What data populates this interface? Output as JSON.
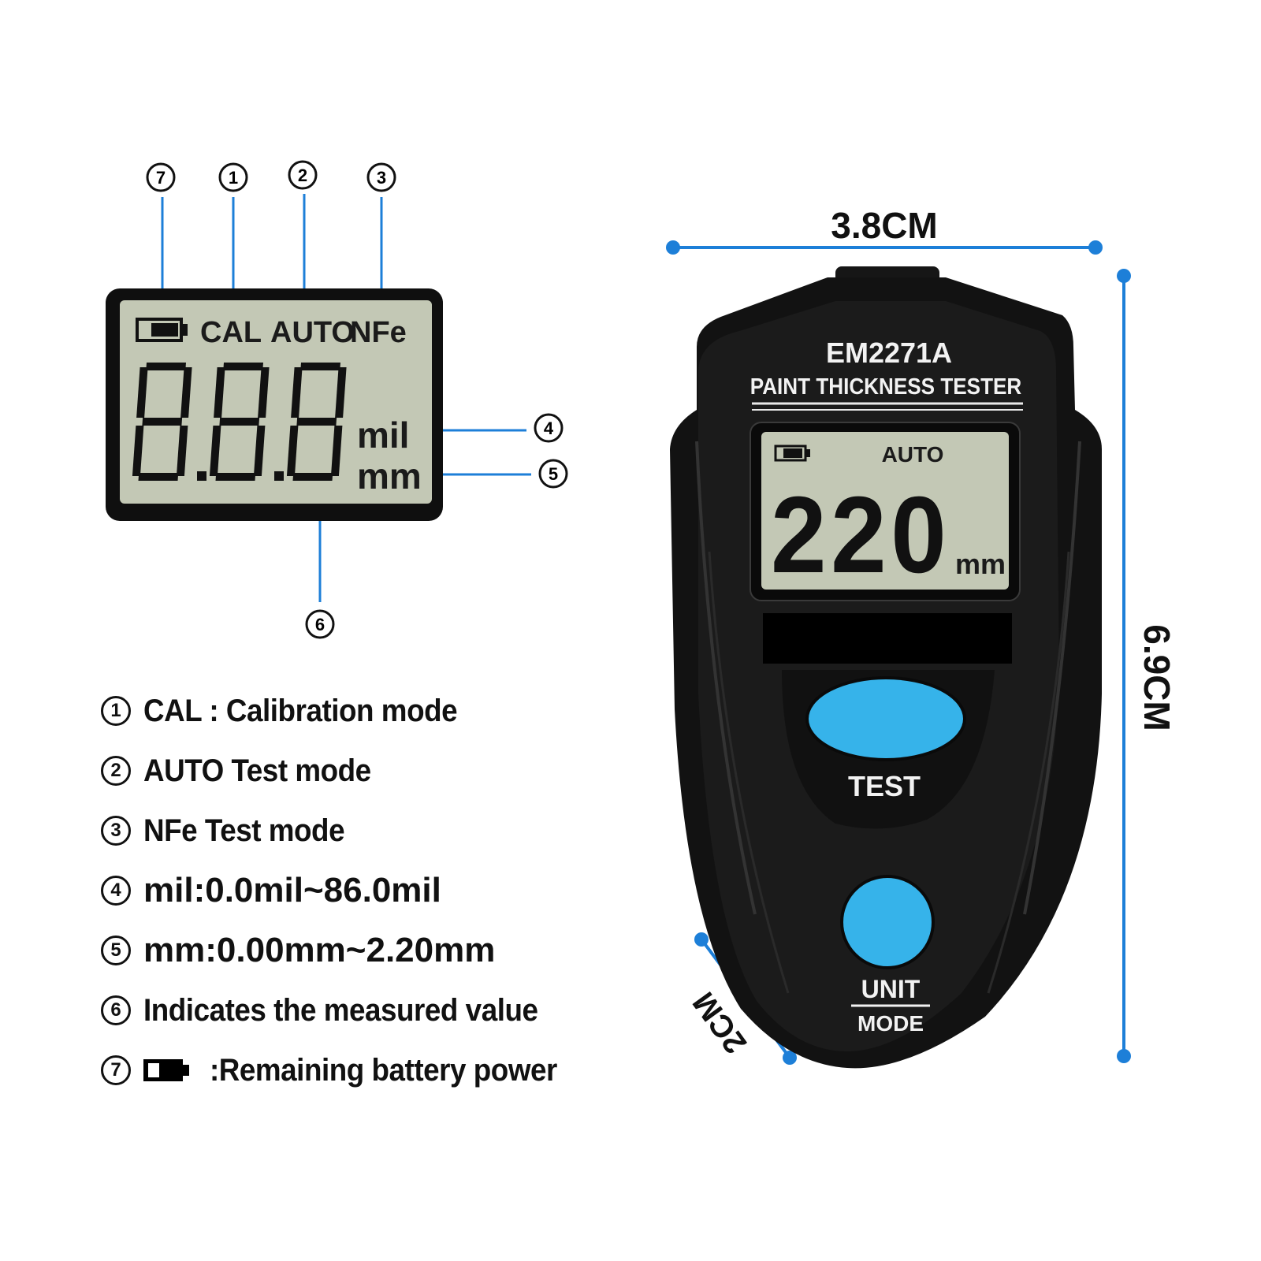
{
  "lcd_diagram": {
    "callout_numbers": [
      "⑦",
      "①",
      "②",
      "③",
      "④",
      "⑤",
      "⑥"
    ],
    "indicators": [
      "CAL",
      "AUTO",
      "NFe"
    ],
    "digits": "888",
    "unit_mil": "mil",
    "unit_mm": "mm"
  },
  "legend": [
    {
      "num": "1",
      "text": "CAL : Calibration mode"
    },
    {
      "num": "2",
      "text": "AUTO Test mode"
    },
    {
      "num": "3",
      "text": "NFe Test mode"
    },
    {
      "num": "4",
      "text": "mil:0.0mil~86.0mil"
    },
    {
      "num": "5",
      "text": "mm:0.00mm~2.20mm"
    },
    {
      "num": "6",
      "text": "Indicates the measured value"
    },
    {
      "num": "7",
      "text": ":Remaining battery power"
    }
  ],
  "device": {
    "model": "EM2271A",
    "subtitle": "PAINT THICKNESS TESTER",
    "display_mode": "AUTO",
    "display_value": "220",
    "display_unit": "mm",
    "test_button_label": "TEST",
    "unit_button_label_top": "UNIT",
    "unit_button_label_bottom": "MODE"
  },
  "dimensions": {
    "width": "3.8CM",
    "height": "6.9CM",
    "depth": "2CM"
  },
  "colors": {
    "accent_blue": "#1d7fd8",
    "button_blue": "#36b3ea",
    "lcd_bg": "#c3c8b5",
    "body": "#111111"
  }
}
